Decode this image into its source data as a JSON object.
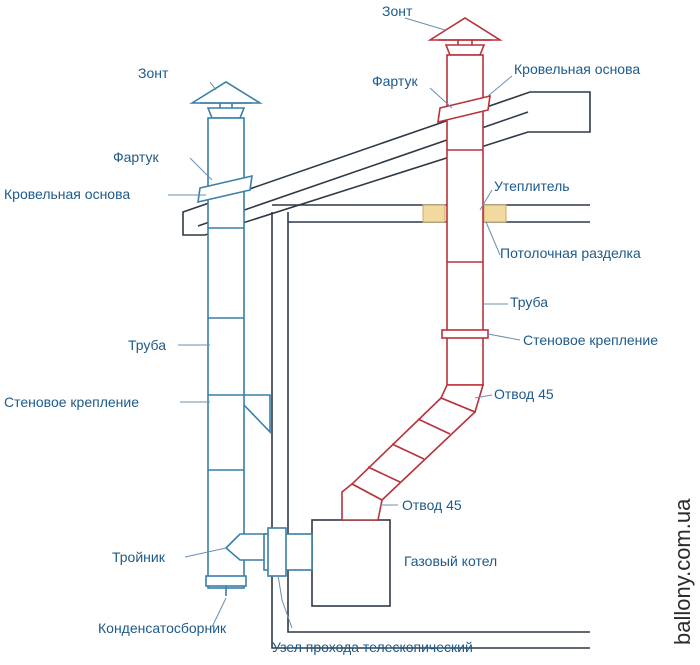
{
  "labels": {
    "left_umbrella": "Зонт",
    "left_apron": "Фартук",
    "left_roof_base": "Кровельная основа",
    "left_pipe": "Труба",
    "left_wall_mount": "Стеновое крепление",
    "tee": "Тройник",
    "condensate": "Конденсатосборник",
    "telescopic_node": "Узел прохода телескопический",
    "right_umbrella": "Зонт",
    "right_apron": "Фартук",
    "right_roof_base": "Кровельная основа",
    "insulation": "Утеплитель",
    "ceiling_cut": "Потолочная разделка",
    "right_pipe": "Труба",
    "right_wall_mount": "Стеновое крепление",
    "elbow_upper": "Отвод 45",
    "elbow_lower": "Отвод 45",
    "boiler": "Газовый котел"
  },
  "watermark": "ballony.com.ua",
  "colors": {
    "outdoor_chimney": "#3a7fa8",
    "indoor_chimney": "#b8323a",
    "building": "#2e3a46",
    "insulation": "#f2d9a0",
    "label_text": "#1d5a8a"
  }
}
